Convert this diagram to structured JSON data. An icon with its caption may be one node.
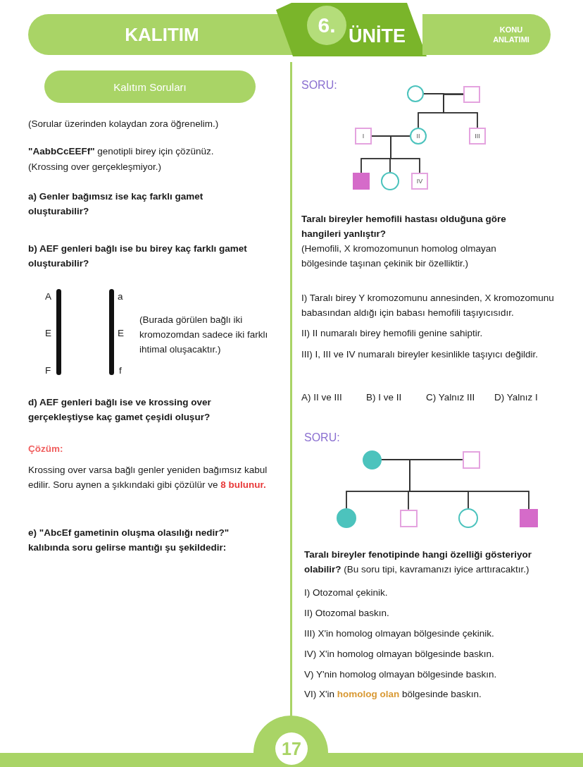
{
  "diagram": {
    "nodes": [
      {
        "text": [
          "KALITIM"
        ]
      },
      {
        "text": [
          "ÜNİTE"
        ]
      },
      {
        "text": [
          "6."
        ],
        "in": 1
      },
      {
        "text": [
          "KONU ANLATIMI"
        ]
      },
      {
        "text": [
          "Kalıtım Soruları"
        ]
      },
      {
        "text": [],
        "shape": "circle"
      },
      {
        "text": [],
        "shape": "box"
      },
      {
        "text": [
          "I"
        ]
      },
      {
        "text": [
          "II"
        ]
      },
      {
        "text": [
          "III"
        ]
      },
      {
        "text": [],
        "shape": "box"
      },
      {
        "text": [],
        "shape": "circle"
      },
      {
        "text": [
          "IV"
        ]
      },
      {
        "text": [],
        "shape": "circle"
      },
      {
        "text": [],
        "shape": "box"
      },
      {
        "text": [],
        "shape": "circle"
      },
      {
        "text": [],
        "shape": "box"
      },
      {
        "text": [],
        "shape": "circle"
      },
      {
        "text": [],
        "shape": "box"
      },
      {
        "text": [
          "17"
        ]
      }
    ],
    "edges": [
      {
        "from": 5,
        "to": 6,
        "arrow": "none"
      },
      {
        "from": 5,
        "to": 8,
        "arrow": "none"
      },
      {
        "from": 6,
        "to": 8,
        "arrow": "none"
      },
      {
        "from": 5,
        "to": 9,
        "arrow": "none"
      },
      {
        "from": 6,
        "to": 9,
        "arrow": "none"
      },
      {
        "from": 7,
        "to": 8,
        "arrow": "none"
      },
      {
        "from": 7,
        "to": 10,
        "arrow": "none"
      },
      {
        "from": 8,
        "to": 10,
        "arrow": "none"
      },
      {
        "from": 7,
        "to": 11,
        "arrow": "none"
      },
      {
        "from": 8,
        "to": 11,
        "arrow": "none"
      },
      {
        "from": 7,
        "to": 12,
        "arrow": "none"
      },
      {
        "from": 8,
        "to": 12,
        "arrow": "none"
      },
      {
        "from": 13,
        "to": 14,
        "arrow": "none"
      },
      {
        "from": 13,
        "to": 15,
        "arrow": "none"
      },
      {
        "from": 14,
        "to": 15,
        "arrow": "none"
      },
      {
        "from": 13,
        "to": 16,
        "arrow": "none"
      },
      {
        "from": 14,
        "to": 16,
        "arrow": "none"
      },
      {
        "from": 13,
        "to": 17,
        "arrow": "none"
      },
      {
        "from": 14,
        "to": 17,
        "arrow": "none"
      },
      {
        "from": 13,
        "to": 18,
        "arrow": "none"
      },
      {
        "from": 14,
        "to": 18,
        "arrow": "none"
      }
    ],
    "labels": [
      "(Sorular üzerinden kolaydan zora öğrenelim.)",
      "**\"AabbCcEEFf\"** genotipli birey için çözünüz.",
      "(Krossing over gerçekleşmiyor.)",
      "a) Genler bağımsız ise kaç farklı gamet oluşturabilir?",
      "b) AEF genleri bağlı ise bu birey kaç farklı gamet oluşturabilir?",
      "A",
      "E",
      "F",
      "a",
      "E",
      "f",
      "(Burada görülen bağlı iki kromozomdan sadece iki farklı ihtimal oluşacaktır.)",
      "d) AEF genleri bağlı ise ve krossing over gerçekleştiyse kaç gamet çeşidi oluşur?",
      "Çözüm:",
      "Krossing over varsa bağlı genler yeniden bağımsız kabul edilir. Soru aynen a şıkkındaki gibi çözülür ve **8 bulunur.**",
      "e) \"AbcEf gametinin oluşma olasılığı nedir?\" kalıbında soru gelirse mantığı şu şekildedir:",
      "SORU:",
      "Taralı bireyler hemofili hastası olduğuna göre hangileri yanlıştır?",
      "(Hemofili, X kromozomunun homolog olmayan bölgesinde taşınan çekinik bir özelliktir.)",
      "I) Taralı birey Y kromozomunu annesinden, X kromozomunu babasından aldığı için babası hemofili taşıyıcısıdır.",
      "II) II numaralı birey hemofili genine sahiptir.",
      "III) I, III ve IV numaralı bireyler kesinlikle taşıyıcı değildir.",
      "A) II ve III",
      "B) I ve II",
      "C) Yalnız III",
      "D) Yalnız I",
      "SORU:",
      "**Taralı bireyler fenotipinde hangi özelliği gösteriyor olabilir?** (Bu soru tipi, kavramanızı iyice arttıracaktır.)",
      "I) Otozomal çekinik.",
      "II) Otozomal baskın.",
      "III) X'in homolog olmayan bölgesinde çekinik.",
      "IV) X'in homolog olmayan bölgesinde baskın.",
      "V) Y'nin homolog olmayan bölgesinde baskın.",
      "VI) X'in **homolog olan** bölgesinde baskın."
    ]
  }
}
